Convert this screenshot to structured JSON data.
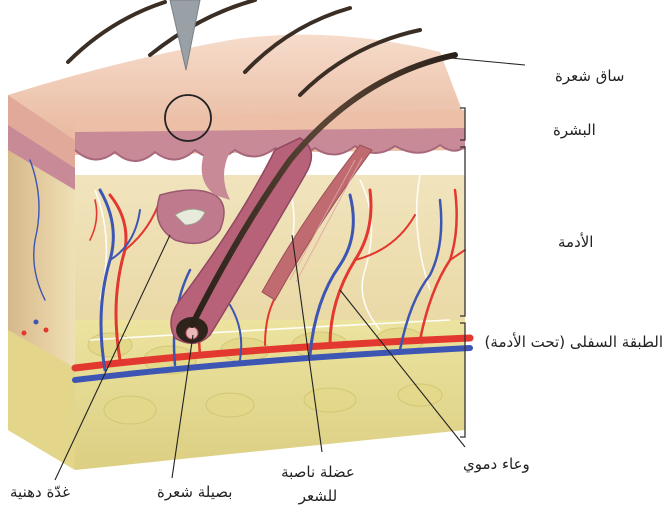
{
  "labels": {
    "hair_shaft": "ساق شعرة",
    "epidermis": "البشرة",
    "dermis": "الأدمة",
    "hypodermis": "الطبقة السفلى (تحت الأدمة)",
    "blood_vessel": "وعاء دموي",
    "arrector_pili": "عضلة ناصبة للشعر",
    "hair_bulb": "بصيلة شعرة",
    "sebaceous_gland": "غدّة دهنية"
  },
  "colors": {
    "skin_surface": "#efc6ad",
    "epidermis": "#c98a98",
    "dermis": "#efe1b4",
    "hypodermis": "#e9df97",
    "artery": "#e2382f",
    "vein": "#3d55b3",
    "follicle": "#b8627a",
    "hair": "#3b2f25"
  }
}
